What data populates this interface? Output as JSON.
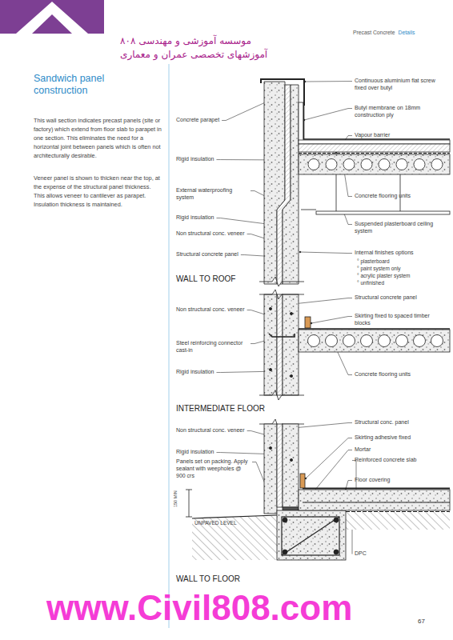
{
  "diagram": {
    "title": "Sandwich panel construction",
    "labels": [
      "موسسه آموزشی و مهندسی ۸۰۸",
      "آموزشهای تخصصی عمران و معماری",
      "Precast Concrete",
      "Details",
      "This wall section indicates precast panels (site or factory) which extend from floor slab to parapet in one section. This eliminates the need for a horizontal joint between panels which is often not architecturally desirable.",
      "Veneer panel is shown to thicken near the top, at the expense of the structural panel thickness. This allows veneer to cantilever as parapet. Insulation thickness is maintained.",
      "Concrete parapet",
      "Rigid insulation",
      "External waterproofing system",
      "Rigid insulation",
      "Non structural conc. veneer",
      "Structural concrete panel",
      "Continuous aluminium flat screw fixed over butyl",
      "Butyl membrane on 18mm construction ply",
      "Vapour barrier",
      "Concrete flooring units",
      "Suspended plasterboard ceiling system",
      "Internal finishes options",
      "° plasterboard",
      "° paint system only",
      "° acrylic plaster system",
      "° unfinished",
      "WALL TO ROOF",
      "Non structural conc. veneer",
      "Steel reinforcing connector cast-in",
      "Rigid insulation",
      "Structural concrete panel",
      "Skirting fixed to spaced timber blocks",
      "Concrete flooring units",
      "INTERMEDIATE FLOOR",
      "Non structural conc. veneer",
      "Rigid insulation",
      "Panels set on packing. Apply sealant with weepholes @ 900 crs",
      "150 MIN",
      "UNPAVED LEVEL",
      "Structural conc. panel",
      "Skirting adhesive fixed",
      "Mortar",
      "Reinforced concrete slab",
      "Floor covering",
      "DPC",
      "WALL TO FLOOR",
      "www.Civil808.com",
      "67"
    ]
  }
}
